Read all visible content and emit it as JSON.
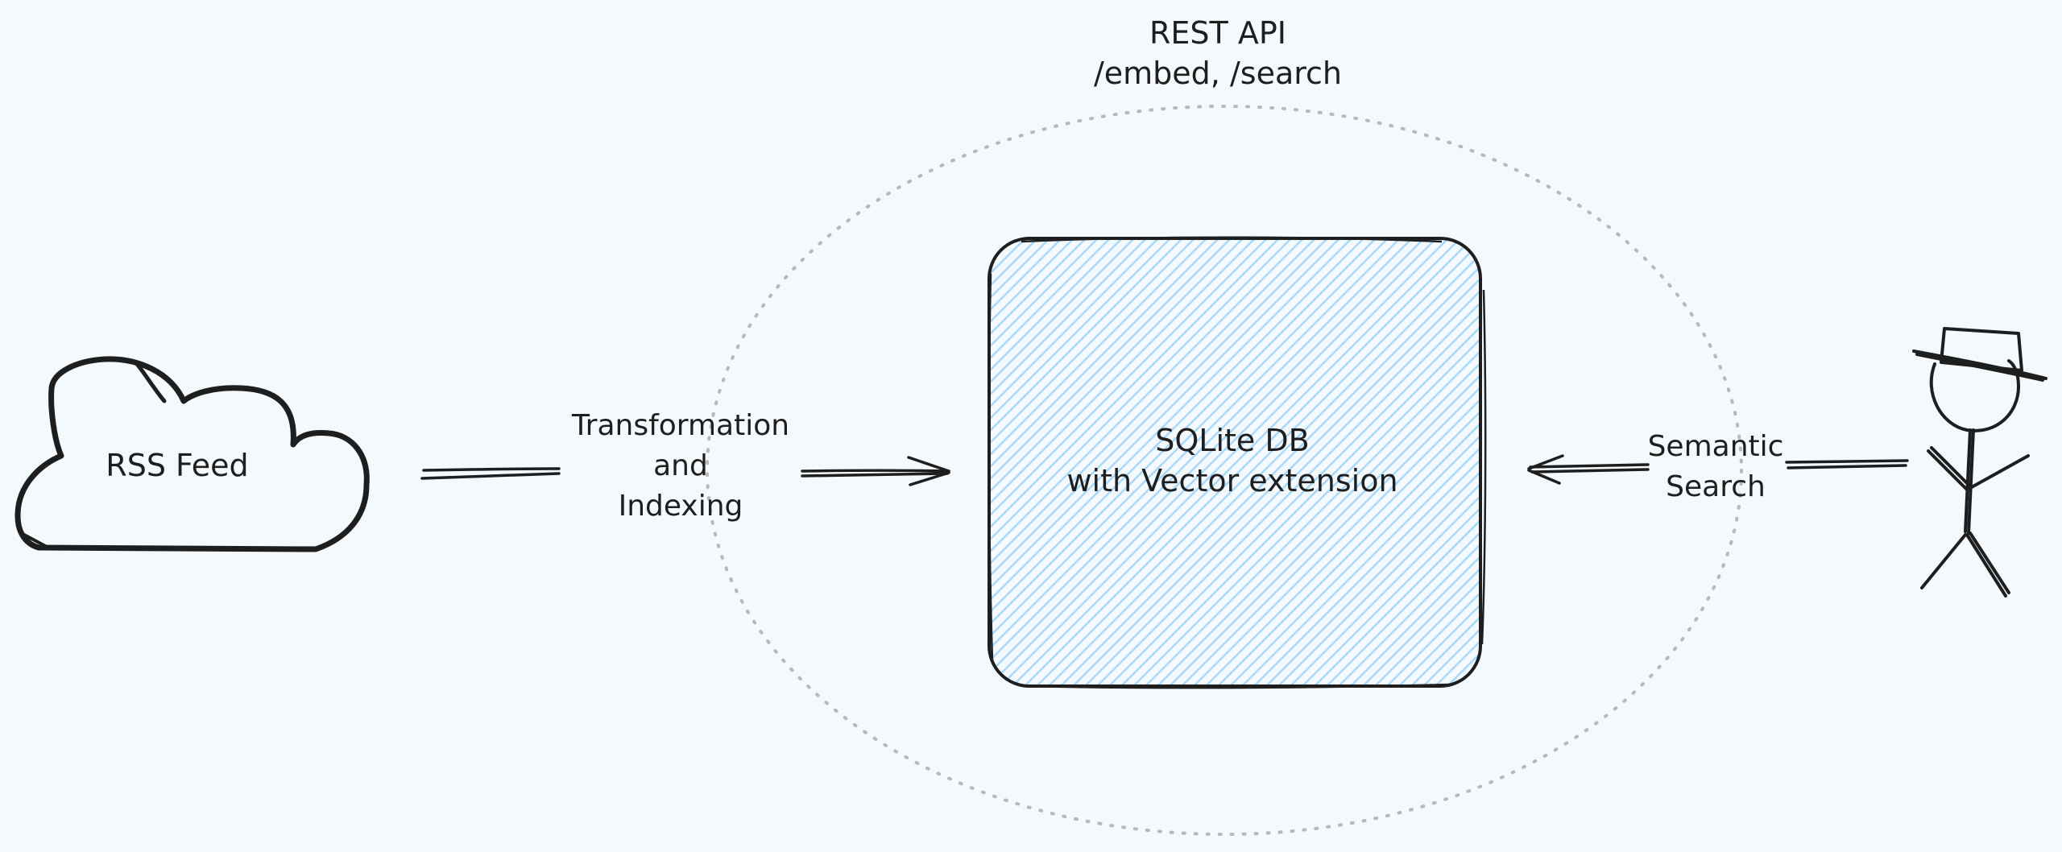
{
  "api": {
    "title": "REST API",
    "endpoints": "/embed, /search"
  },
  "nodes": {
    "source": {
      "label": "RSS Feed"
    },
    "database": {
      "line1": "SQLite DB",
      "line2": "with Vector extension"
    },
    "user": {
      "icon": "stick-figure-with-hat"
    }
  },
  "edges": {
    "ingest": {
      "line1": "Transformation",
      "line2": "and",
      "line3": "Indexing"
    },
    "query": {
      "line1": "Semantic",
      "line2": "Search"
    }
  },
  "colors": {
    "background": "#f4f9fd",
    "stroke": "#1e1e1e",
    "db_hatch": "#a5d8ff",
    "boundary": "#b8b8b8"
  }
}
